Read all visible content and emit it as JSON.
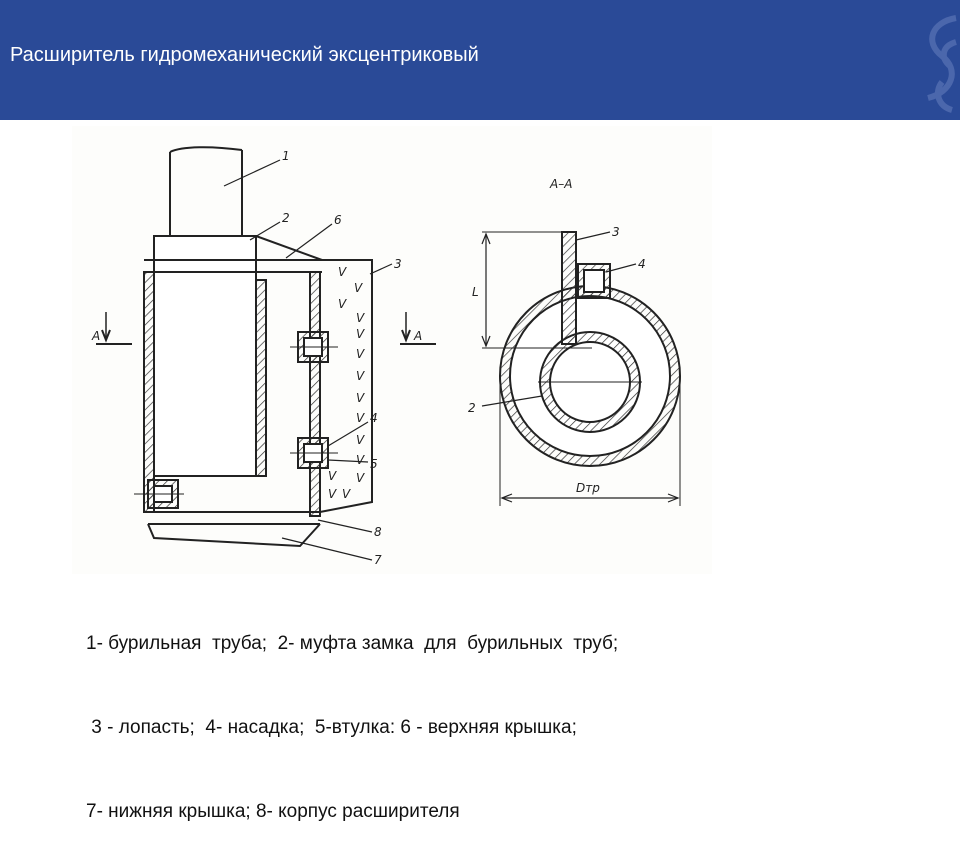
{
  "slide": {
    "title": "Расширитель гидромеханический эксцентриковый",
    "brand_color": "#2a4a97"
  },
  "figure": {
    "callouts": [
      "1",
      "2",
      "6",
      "3",
      "4",
      "5",
      "8",
      "7"
    ],
    "section_marks": [
      "А",
      "А"
    ],
    "section_view_title": "А–А",
    "section_callouts": [
      "3",
      "4",
      "2"
    ],
    "dim_length": "L",
    "dim_diameter": "Dтр",
    "v_marks": [
      "V",
      "V",
      "V",
      "V",
      "V",
      "V",
      "V",
      "V",
      "V",
      "V",
      "V",
      "V",
      "V",
      "V",
      "V"
    ]
  },
  "caption": {
    "line1": "1- бурильная  труба;  2- муфта замка  для  бурильных  труб;",
    "line2": " 3 - лопасть;  4- насадка;  5-втулка: 6 - верхняя крышка;",
    "line3": "7- нижняя крышка; 8- корпус расширителя"
  }
}
